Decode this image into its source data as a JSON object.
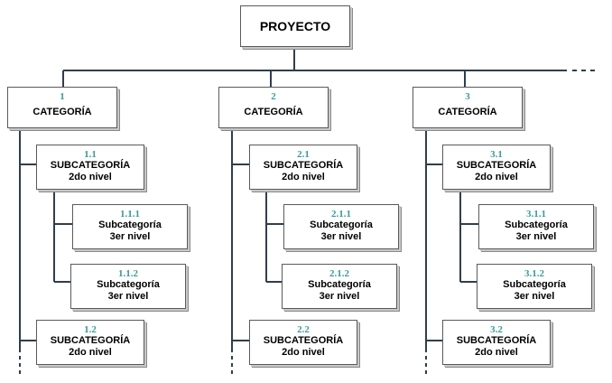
{
  "root": {
    "label": "PROYECTO"
  },
  "columns": [
    {
      "category": {
        "number": "1",
        "label": "CATEGORÍA"
      },
      "level2_first": {
        "number": "1.1",
        "label": "SUBCATEGORÍA",
        "sub": "2do nivel"
      },
      "level3": [
        {
          "number": "1.1.1",
          "label": "Subcategoría",
          "sub": "3er nivel"
        },
        {
          "number": "1.1.2",
          "label": "Subcategoría",
          "sub": "3er nivel"
        }
      ],
      "level2_second": {
        "number": "1.2",
        "label": "SUBCATEGORÍA",
        "sub": "2do nivel"
      }
    },
    {
      "category": {
        "number": "2",
        "label": "CATEGORÍA"
      },
      "level2_first": {
        "number": "2.1",
        "label": "SUBCATEGORÍA",
        "sub": "2do nivel"
      },
      "level3": [
        {
          "number": "2.1.1",
          "label": "Subcategoría",
          "sub": "3er nivel"
        },
        {
          "number": "2.1.2",
          "label": "Subcategoría",
          "sub": "3er nivel"
        }
      ],
      "level2_second": {
        "number": "2.2",
        "label": "SUBCATEGORÍA",
        "sub": "2do nivel"
      }
    },
    {
      "category": {
        "number": "3",
        "label": "CATEGORÍA"
      },
      "level2_first": {
        "number": "3.1",
        "label": "SUBCATEGORÍA",
        "sub": "2do nivel"
      },
      "level3": [
        {
          "number": "3.1.1",
          "label": "Subcategoría",
          "sub": "3er nivel"
        },
        {
          "number": "3.1.2",
          "label": "Subcategoría",
          "sub": "3er nivel"
        }
      ],
      "level2_second": {
        "number": "3.2",
        "label": "SUBCATEGORÍA",
        "sub": "2do nivel"
      }
    }
  ]
}
